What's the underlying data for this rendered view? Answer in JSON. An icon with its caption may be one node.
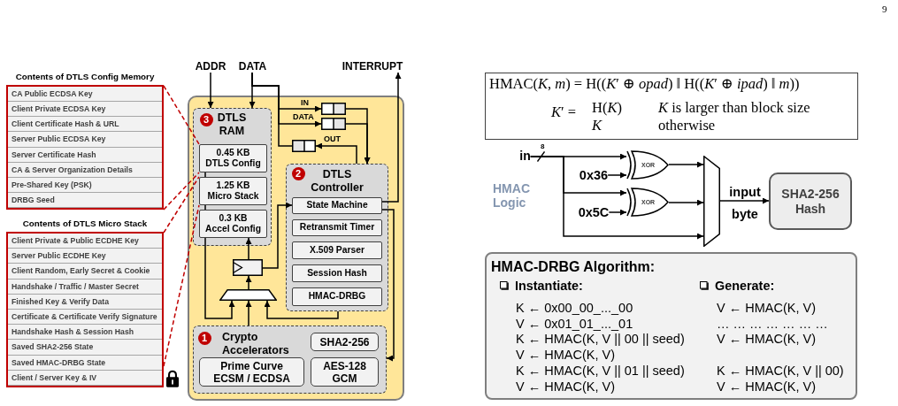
{
  "diagram": {
    "nodes": [
      {
        "text": [
          "Contents of DTLS Config Memory"
        ]
      },
      {
        "text": [
          "CA Public ECDSA Key"
        ],
        "in": 0
      },
      {
        "text": [
          "Client Private ECDSA Key"
        ],
        "in": 0
      },
      {
        "text": [
          "Client Certificate Hash & URL"
        ],
        "in": 0
      },
      {
        "text": [
          "Server Public ECDSA Key"
        ],
        "in": 0
      },
      {
        "text": [
          "Server Certificate Hash"
        ],
        "in": 0
      },
      {
        "text": [
          "CA & Server Organization Details"
        ],
        "in": 0
      },
      {
        "text": [
          "Pre-Shared Key (PSK)"
        ],
        "in": 0
      },
      {
        "text": [
          "DRBG Seed"
        ],
        "in": 0
      },
      {
        "text": [
          "Contents of DTLS Micro Stack"
        ]
      },
      {
        "text": [
          "Client Private & Public ECDHE Key"
        ],
        "in": 9
      },
      {
        "text": [
          "Server Public ECDHE Key"
        ],
        "in": 9
      },
      {
        "text": [
          "Client Random, Early Secret & Cookie"
        ],
        "in": 9
      },
      {
        "text": [
          "Handshake / Traffic / Master Secret"
        ],
        "in": 9
      },
      {
        "text": [
          "Finished Key & Verify Data"
        ],
        "in": 9
      },
      {
        "text": [
          "Certificate & Certificate Verify Signature"
        ],
        "in": 9
      },
      {
        "text": [
          "Handshake Hash & Session Hash"
        ],
        "in": 9
      },
      {
        "text": [
          "Saved SHA2-256 State"
        ],
        "in": 9
      },
      {
        "text": [
          "Saved HMAC-DRBG State"
        ],
        "in": 9
      },
      {
        "text": [
          "Client / Server Key & IV"
        ],
        "in": 9
      },
      {
        "text": [
          "ADDR"
        ]
      },
      {
        "text": [
          "DATA"
        ]
      },
      {
        "text": [
          "INTERRUPT"
        ]
      },
      {
        "text": [],
        "shape": "box"
      },
      {
        "text": [
          "3",
          "DTLS RAM"
        ],
        "in": 23
      },
      {
        "text": [
          "0.45 KB",
          "DTLS Config"
        ],
        "in": 24
      },
      {
        "text": [
          "1.25 KB",
          "Micro Stack"
        ],
        "in": 24
      },
      {
        "text": [
          "0.3 KB",
          "Accel Config"
        ],
        "in": 24
      },
      {
        "text": [],
        "shape": "box",
        "in": 23
      },
      {
        "text": [],
        "shape": "box",
        "in": 23
      },
      {
        "text": [],
        "shape": "box",
        "in": 23
      },
      {
        "text": [
          "2",
          "DTLS Controller"
        ],
        "in": 23
      },
      {
        "text": [
          "State Machine"
        ],
        "in": 31
      },
      {
        "text": [
          "Retransmit Timer"
        ],
        "in": 31
      },
      {
        "text": [
          "X.509 Parser"
        ],
        "in": 31
      },
      {
        "text": [
          "Session Hash"
        ],
        "in": 31
      },
      {
        "text": [
          "HMAC-DRBG"
        ],
        "in": 31
      },
      {
        "text": [],
        "shape": "box",
        "in": 23
      },
      {
        "text": [],
        "shape": "trapezoid",
        "in": 23
      },
      {
        "text": [
          "1",
          "Crypto Accelerators"
        ],
        "in": 23
      },
      {
        "text": [
          "SHA2-256"
        ],
        "in": 39
      },
      {
        "text": [
          "Prime Curve ECSM / ECDSA"
        ],
        "in": 39
      },
      {
        "text": [
          "AES-128 GCM"
        ],
        "in": 39
      },
      {
        "text": [
          "HMAC(*K*, *m*) = H((*K*′ ⊕ *opad*) ‖ H((*K*′ ⊕ *ipad*) ‖ *m*))",
          "*K*′ =",
          "H(*K*)",
          "*K* is larger than block size",
          "*K*",
          "otherwise"
        ]
      },
      {
        "text": [
          "in"
        ]
      },
      {
        "text": [
          "XOR"
        ]
      },
      {
        "text": [
          "0x36"
        ]
      },
      {
        "text": [
          "XOR"
        ]
      },
      {
        "text": [
          "0x5C"
        ]
      },
      {
        "text": [],
        "shape": "trapezoid"
      },
      {
        "text": [
          "SHA2-256 Hash"
        ]
      },
      {
        "text": [
          "HMAC-DRBG Algorithm:",
          "Instantiate:",
          "K ← 0x00_00_..._00",
          "V ← 0x01_01_..._01",
          "K ← HMAC(K, V || 00 || seed)",
          "V ← HMAC(K, V)",
          "K ← HMAC(K, V || 01 || seed)",
          "V ← HMAC(K, V)",
          "Generate:",
          "V ← HMAC(K, V)",
          "… … … … … … …",
          "V ← HMAC(K, V)",
          "K ← HMAC(K, V || 00)",
          "V ← HMAC(K, V)"
        ]
      }
    ],
    "edges": [
      {
        "from": 0,
        "to": 25,
        "arrow": "none",
        "style": "dashed",
        "color": "#c00000"
      },
      {
        "from": 0,
        "to": 25,
        "arrow": "none",
        "style": "dashed",
        "color": "#c00000"
      },
      {
        "from": 9,
        "to": 26,
        "arrow": "none",
        "style": "dashed",
        "color": "#c00000"
      },
      {
        "from": 9,
        "to": 26,
        "arrow": "none",
        "style": "dashed",
        "color": "#c00000"
      },
      {
        "from": 20,
        "to": 24,
        "arrow": "to"
      },
      {
        "from": 21,
        "to": 24,
        "arrow": "to"
      },
      {
        "from": 21,
        "to": 28,
        "arrow": "to",
        "label": "IN"
      },
      {
        "from": 21,
        "to": 29,
        "arrow": "to",
        "label": "DATA"
      },
      {
        "from": 30,
        "to": 21,
        "arrow": "none"
      },
      {
        "from": 28,
        "to": 31,
        "arrow": "to"
      },
      {
        "from": 29,
        "to": 31,
        "arrow": "to"
      },
      {
        "from": 31,
        "to": 30,
        "arrow": "to",
        "label": "OUT"
      },
      {
        "from": 32,
        "to": 22,
        "arrow": "to"
      },
      {
        "from": 32,
        "to": 39,
        "arrow": "to"
      },
      {
        "from": 37,
        "to": 32,
        "arrow": "to"
      },
      {
        "from": 25,
        "to": 26,
        "arrow": "none"
      },
      {
        "from": 26,
        "to": 27,
        "arrow": "none"
      },
      {
        "from": 27,
        "to": 38,
        "arrow": "to"
      },
      {
        "from": 39,
        "to": 38,
        "arrow": "to"
      },
      {
        "from": 31,
        "to": 38,
        "arrow": "to"
      },
      {
        "from": 38,
        "to": 37,
        "arrow": "to"
      },
      {
        "from": 37,
        "to": 27,
        "arrow": "to"
      },
      {
        "from": 44,
        "to": 45,
        "arrow": "to"
      },
      {
        "from": 44,
        "to": 47,
        "arrow": "to"
      },
      {
        "from": 44,
        "to": 49,
        "arrow": "to"
      },
      {
        "from": 46,
        "to": 45,
        "arrow": "to"
      },
      {
        "from": 48,
        "to": 47,
        "arrow": "to"
      },
      {
        "from": 45,
        "to": 49,
        "arrow": "to"
      },
      {
        "from": 47,
        "to": 49,
        "arrow": "to"
      },
      {
        "from": 49,
        "to": 50,
        "arrow": "to",
        "label": "input byte"
      }
    ],
    "labels": [
      "9",
      "8",
      "HMAC Logic"
    ]
  }
}
